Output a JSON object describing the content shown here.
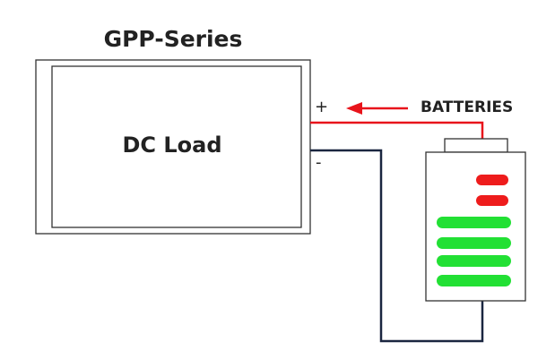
{
  "title": "GPP-Series",
  "load": {
    "label": "DC Load"
  },
  "terminals": {
    "positive": "+",
    "negative": "-"
  },
  "battery": {
    "label": "BATTERIES",
    "red_cells": 2,
    "green_cells": 4
  },
  "colors": {
    "positive_wire": "#e8141b",
    "negative_wire": "#1a2640",
    "cell_red": "#ee1c1c",
    "cell_green": "#22e034",
    "outline": "#333333"
  }
}
